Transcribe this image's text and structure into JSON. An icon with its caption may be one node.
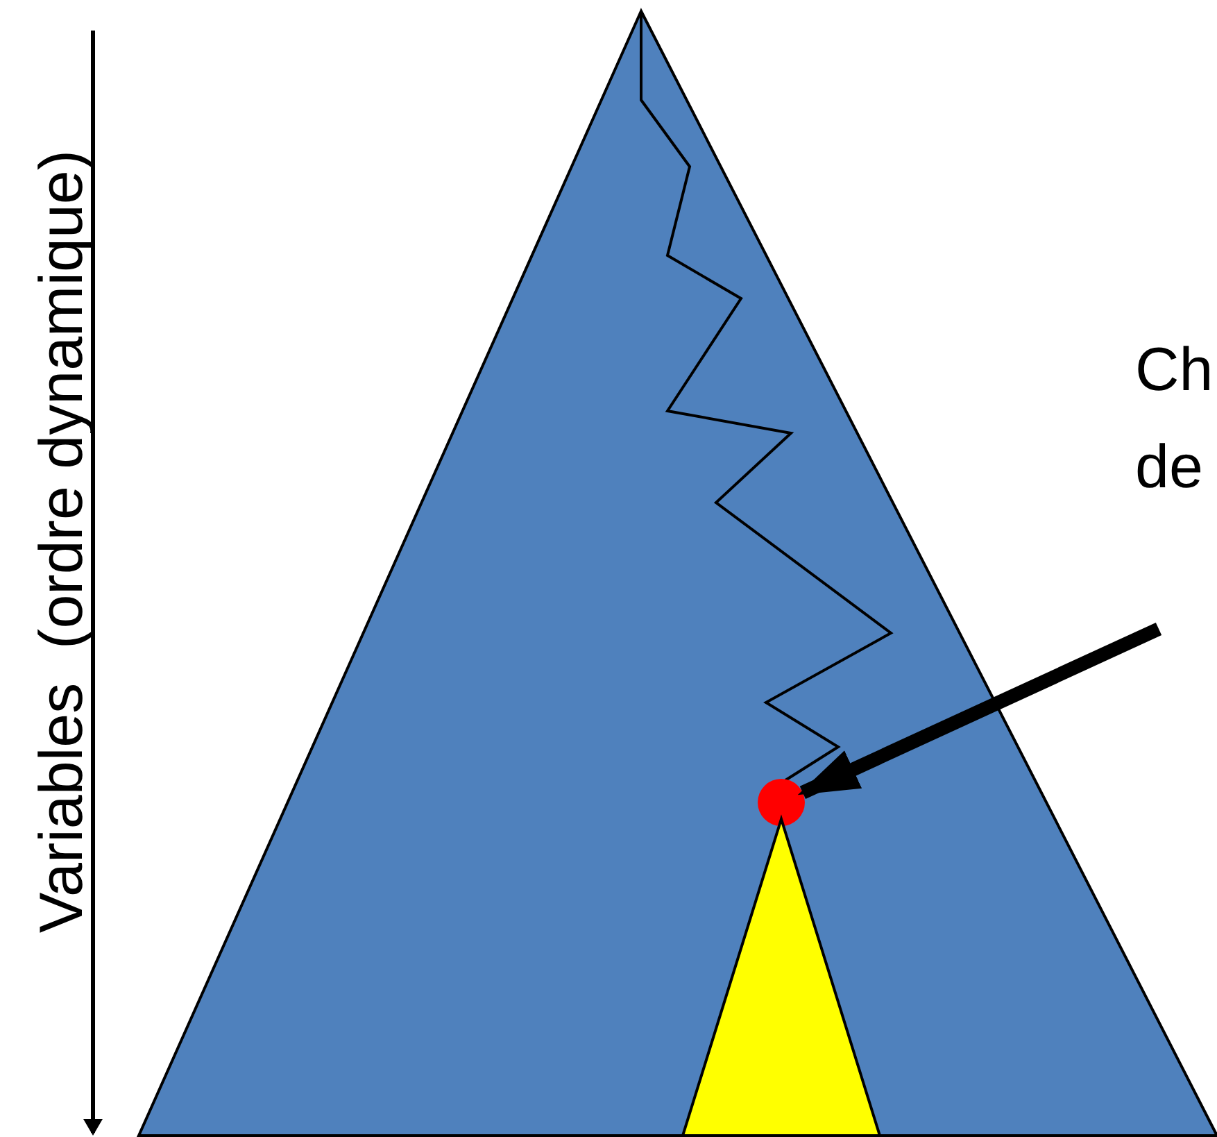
{
  "diagram": {
    "nodes": [
      {
        "text": [],
        "shape": "triangle"
      },
      {
        "text": [],
        "shape": "circle",
        "in": 0
      },
      {
        "text": [],
        "shape": "triangle",
        "in": 0
      }
    ],
    "edges": [
      {
        "from": null,
        "to": 1,
        "arrow": "to"
      }
    ],
    "labels": [
      "Variables  (ordre dynamique)",
      "Ch de"
    ]
  }
}
